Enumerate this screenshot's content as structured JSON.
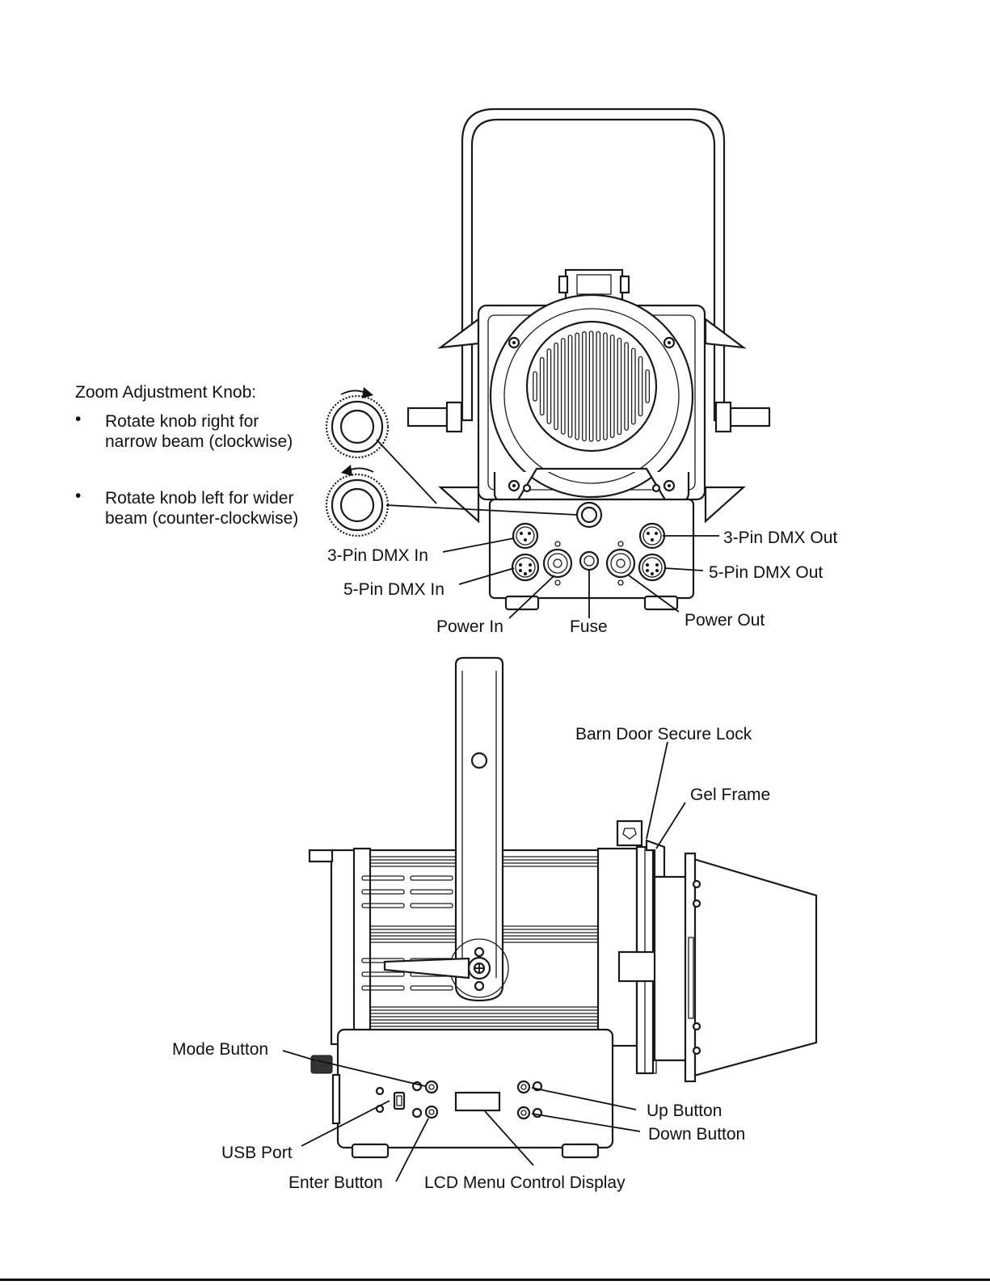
{
  "zoom_knob": {
    "heading": "Zoom Adjustment Knob:",
    "bullet_1_line_1": "Rotate  knob  right  for",
    "bullet_1_line_2": "narrow beam (clockwise)",
    "bullet_2_line_1": "Rotate  knob  left  for  wider",
    "bullet_2_line_2": "beam (counter-clockwise)",
    "bullet_glyph": "•"
  },
  "rear_view_labels": {
    "dmx3_in": "3-Pin DMX In",
    "dmx5_in": "5-Pin DMX In",
    "power_in": "Power In",
    "fuse": "Fuse",
    "dmx3_out": "3-Pin DMX Out",
    "dmx5_out": "5-Pin DMX Out",
    "power_out": "Power Out"
  },
  "side_view_labels": {
    "barn_door_lock": "Barn Door Secure Lock",
    "gel_frame": "Gel Frame",
    "mode_button": "Mode Button",
    "usb_port": "USB Port",
    "enter_button": "Enter Button",
    "lcd_display": "LCD Menu Control Display",
    "up_button": "Up Button",
    "down_button": "Down Button"
  },
  "icons": {
    "rotate_clockwise": "clockwise-arrow-icon",
    "rotate_counter_clockwise": "counter-clockwise-arrow-icon"
  },
  "colors": {
    "line": "#111111",
    "background": "#ffffff",
    "panel_shade": "#d9d9d9"
  }
}
